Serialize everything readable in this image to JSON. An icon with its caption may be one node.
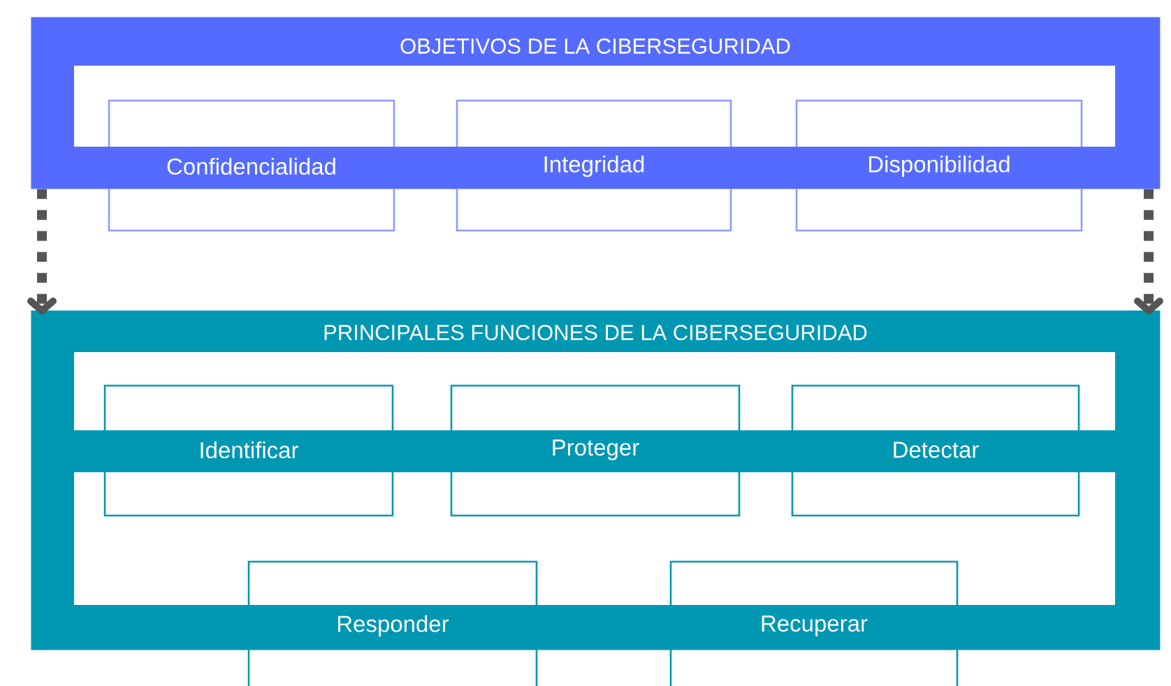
{
  "diagram": {
    "nodes": [
      {
        "text": [
          "OBJETIVOS DE LA CIBERSEGURIDAD"
        ]
      },
      {
        "text": [
          "Confidencialidad"
        ]
      },
      {
        "text": [
          "Integridad"
        ]
      },
      {
        "text": [
          "Disponibilidad"
        ]
      },
      {
        "text": [
          "PRINCIPALES FUNCIONES DE LA CIBERSEGURIDAD"
        ]
      },
      {
        "text": [
          "Identificar"
        ],
        "in": 4
      },
      {
        "text": [
          "Proteger"
        ],
        "in": 4
      },
      {
        "text": [
          "Detectar"
        ],
        "in": 4
      },
      {
        "text": [
          "Responder"
        ]
      },
      {
        "text": [
          "Recuperar"
        ]
      }
    ],
    "edges": [
      {
        "from": 0,
        "to": 4,
        "arrow": "to",
        "style": "dashed"
      },
      {
        "from": 0,
        "to": 4,
        "arrow": "to",
        "style": "dashed"
      }
    ]
  }
}
